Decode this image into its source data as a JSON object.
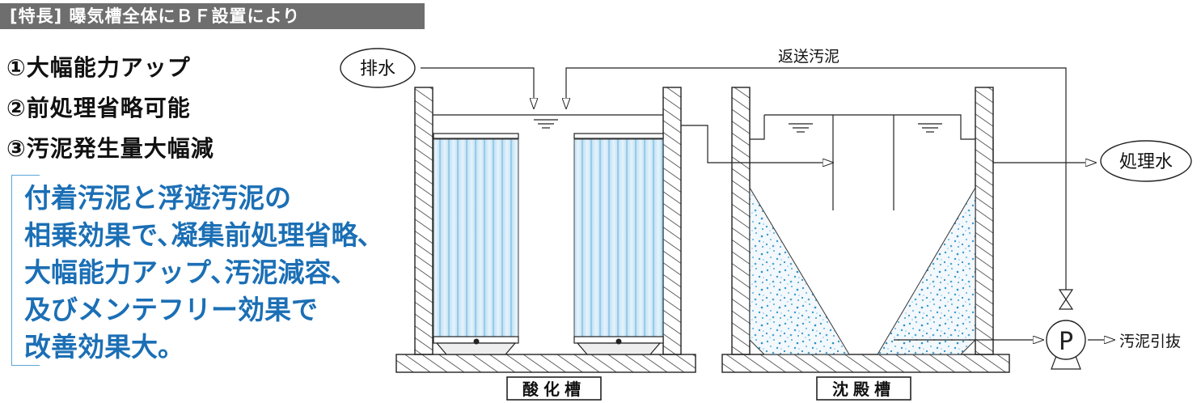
{
  "header": {
    "badge": "[特長] 曝気槽全体にＢＦ設置により"
  },
  "features": [
    "①大幅能力アップ",
    "②前処理省略可能",
    "③汚泥発生量大幅減"
  ],
  "description": [
    "付着汚泥と浮遊汚泥の",
    "相乗効果で､凝集前処理省略､",
    "大幅能力アップ､汚泥減容､",
    "及びメンテフリー効果で",
    "改善効果大。"
  ],
  "diagram": {
    "inflow": "排水",
    "return_sludge": "返送汚泥",
    "treated_water": "処理水",
    "sludge_removal": "汚泥引抜",
    "pump_symbol": "P",
    "tank1": "酸化槽",
    "tank2": "沈殿槽"
  },
  "colors": {
    "accent_text": "#1b6fb5",
    "badge_bg": "#6e6e6e",
    "sludge_dots": "#3a9bd0"
  }
}
